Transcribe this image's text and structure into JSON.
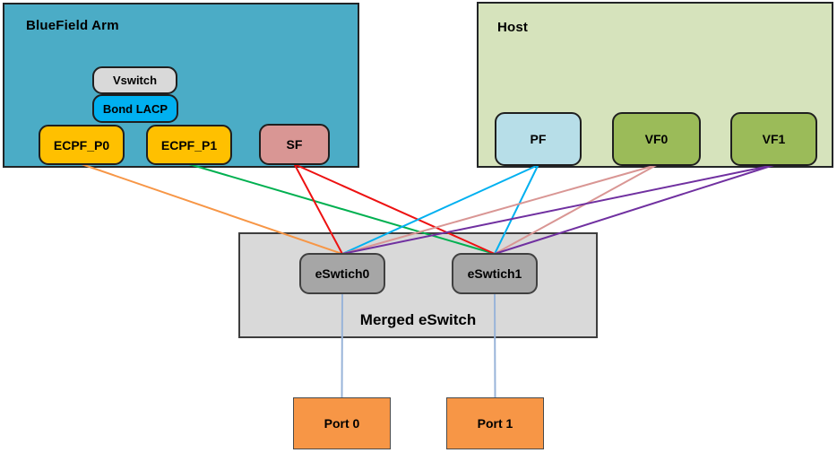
{
  "diagram": {
    "containers": {
      "bluefield": {
        "label": "BlueField Arm",
        "fill": "#4BACC6"
      },
      "host": {
        "label": "Host",
        "fill": "#D6E3BC"
      },
      "merged": {
        "label": "Merged eSwitch",
        "fill": "#D9D9D9"
      }
    },
    "nodes": {
      "vswitch": {
        "label": "Vswitch",
        "fill": "#D9D9D9"
      },
      "bond_lacp": {
        "label": "Bond LACP",
        "fill": "#00B0F0"
      },
      "ecpf_p0": {
        "label": "ECPF_P0",
        "fill": "#FFC000"
      },
      "ecpf_p1": {
        "label": "ECPF_P1",
        "fill": "#FFC000"
      },
      "sf": {
        "label": "SF",
        "fill": "#D99694"
      },
      "pf": {
        "label": "PF",
        "fill": "#B7DEE8"
      },
      "vf0": {
        "label": "VF0",
        "fill": "#9BBB59"
      },
      "vf1": {
        "label": "VF1",
        "fill": "#9BBB59"
      },
      "eswitch0": {
        "label": "eSwtich0",
        "fill": "#A6A6A6"
      },
      "eswitch1": {
        "label": "eSwtich1",
        "fill": "#A6A6A6"
      },
      "port0": {
        "label": "Port 0",
        "fill": "#F79646"
      },
      "port1": {
        "label": "Port 1",
        "fill": "#F79646"
      }
    },
    "edges": [
      {
        "from": "ecpf_p0",
        "to": "eswitch0",
        "color": "#F79646",
        "width": 2
      },
      {
        "from": "ecpf_p1",
        "to": "eswitch1",
        "color": "#00B050",
        "width": 2
      },
      {
        "from": "sf",
        "to": "eswitch0",
        "color": "#ED1111",
        "width": 2
      },
      {
        "from": "sf",
        "to": "eswitch1",
        "color": "#ED1111",
        "width": 2
      },
      {
        "from": "pf",
        "to": "eswitch0",
        "color": "#00B0F0",
        "width": 2
      },
      {
        "from": "pf",
        "to": "eswitch1",
        "color": "#00B0F0",
        "width": 2
      },
      {
        "from": "vf0",
        "to": "eswitch0",
        "color": "#D99694",
        "width": 2
      },
      {
        "from": "vf0",
        "to": "eswitch1",
        "color": "#D99694",
        "width": 2
      },
      {
        "from": "vf1",
        "to": "eswitch0",
        "color": "#7030A0",
        "width": 2
      },
      {
        "from": "vf1",
        "to": "eswitch1",
        "color": "#7030A0",
        "width": 2
      },
      {
        "from": "eswitch0",
        "to": "port0",
        "color": "#99B4D9",
        "width": 2
      },
      {
        "from": "eswitch1",
        "to": "port1",
        "color": "#99B4D9",
        "width": 2
      }
    ]
  }
}
